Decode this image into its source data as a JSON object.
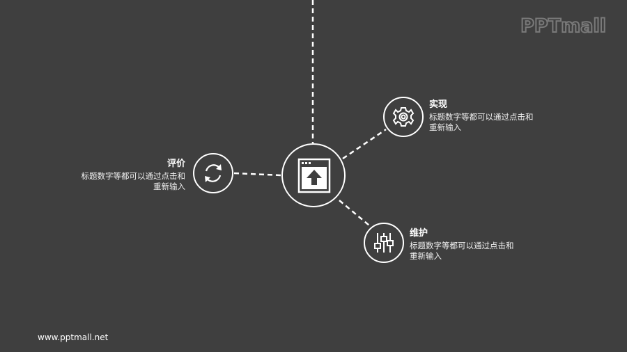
{
  "brand": {
    "logo_text": "PPTmall",
    "website": "www.pptmall.net"
  },
  "center": {
    "icon": "window-upload-icon"
  },
  "items": [
    {
      "key": "eval",
      "title": "评价",
      "desc_line1": "标题数字等都可以通过点击和",
      "desc_line2": "重新输入",
      "icon": "refresh-icon"
    },
    {
      "key": "impl",
      "title": "实现",
      "desc_line1": "标题数字等都可以通过点击和",
      "desc_line2": "重新输入",
      "icon": "gear-icon"
    },
    {
      "key": "maint",
      "title": "维护",
      "desc_line1": "标题数字等都可以通过点击和",
      "desc_line2": "重新输入",
      "icon": "sliders-icon"
    }
  ],
  "colors": {
    "background": "#3f3f3f",
    "foreground": "#ffffff",
    "logo": "#7a7a7a"
  }
}
